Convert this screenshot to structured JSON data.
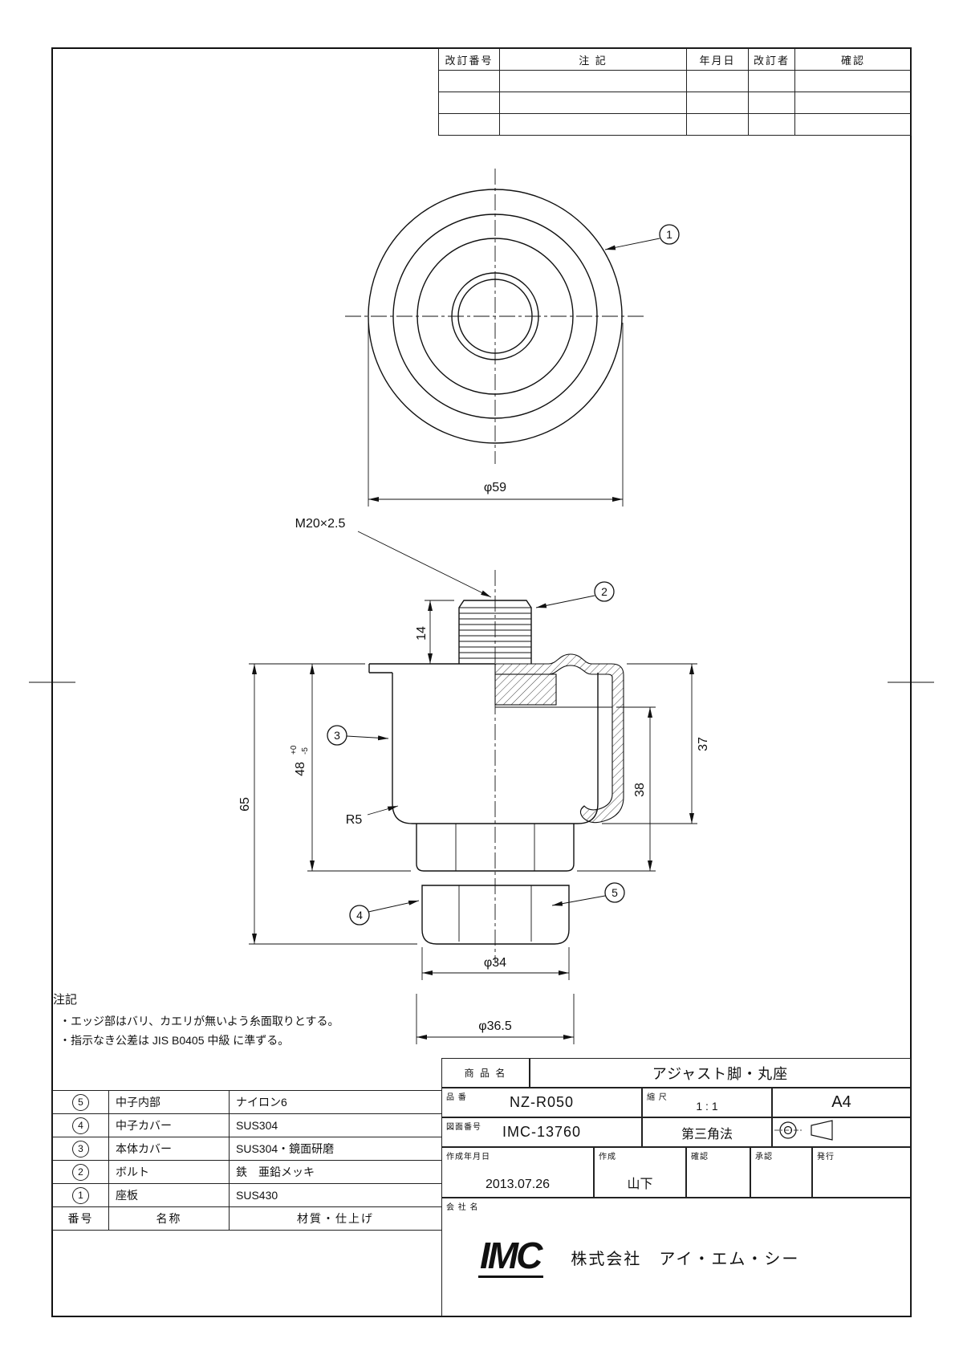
{
  "revision_table": {
    "headers": {
      "rev_no": "改訂番号",
      "note": "注 記",
      "date": "年月日",
      "reviser": "改訂者",
      "check": "確認"
    }
  },
  "drawing": {
    "top_view": {
      "dim_outer_diameter": "φ59"
    },
    "front_view": {
      "thread_label": "M20×2.5",
      "dim_thread_height": "14",
      "dim_total_height": "65",
      "dim_body_height": "48",
      "dim_body_tol_upper": "+0",
      "dim_body_tol_lower": "-5",
      "dim_inner_height": "37",
      "dim_core_height": "38",
      "radius_label": "R5",
      "dim_nut_diameter": "φ34",
      "dim_hex_diameter": "φ36.5"
    },
    "balloons": {
      "b1": "1",
      "b2": "2",
      "b3": "3",
      "b4": "4",
      "b5": "5"
    }
  },
  "notes": {
    "title": "注記",
    "lines": [
      "・エッジ部はバリ、カエリが無いよう糸面取りとする。",
      "・指示なき公差は JIS B0405 中級 に準ずる。"
    ]
  },
  "parts_table": {
    "rows": [
      {
        "no": "5",
        "name": "中子内部",
        "material": "ナイロン6"
      },
      {
        "no": "4",
        "name": "中子カバー",
        "material": "SUS304"
      },
      {
        "no": "3",
        "name": "本体カバー",
        "material": "SUS304・鏡面研磨"
      },
      {
        "no": "2",
        "name": "ボルト",
        "material": "鉄　亜鉛メッキ"
      },
      {
        "no": "1",
        "name": "座板",
        "material": "SUS430"
      }
    ],
    "footer": {
      "no": "番号",
      "name": "名称",
      "material": "材質・仕上げ"
    }
  },
  "title_block": {
    "product_label": "商 品 名",
    "product_name": "アジャスト脚・丸座",
    "part_no_label": "品 番",
    "part_no": "NZ-R050",
    "scale_label": "縮 尺",
    "scale_value": "1 : 1",
    "paper_size": "A4",
    "drawing_no_label": "図面番号",
    "drawing_no": "IMC-13760",
    "projection_label": "第三角法",
    "date_label": "作成年月日",
    "date_value": "2013.07.26",
    "created_by_label": "作成",
    "created_by": "山下",
    "check_label": "確認",
    "approval_label": "承認",
    "issue_label": "発行",
    "company_label": "会 社 名",
    "company_logo": "IMC",
    "company_name": "株式会社　アイ・エム・シー"
  }
}
